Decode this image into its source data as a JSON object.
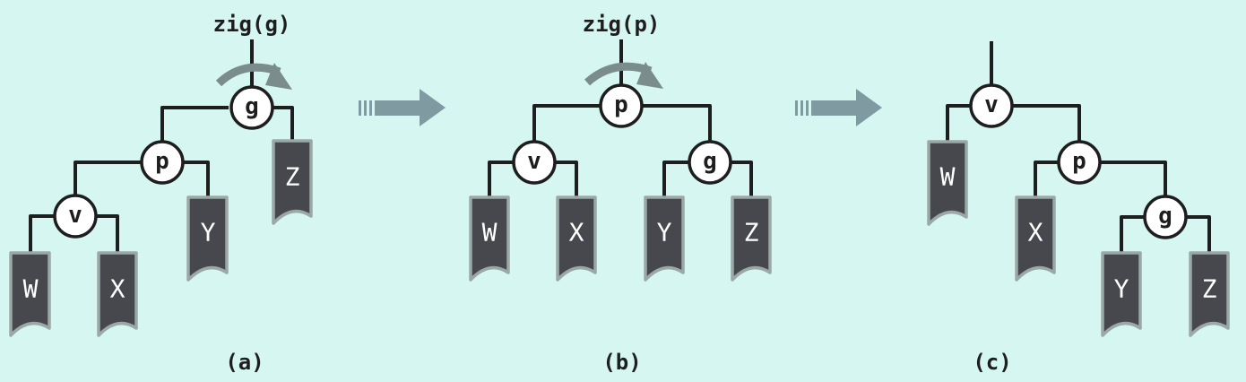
{
  "colors": {
    "background": "#d6f7f1",
    "node_fill": "#ffffff",
    "node_stroke": "#1e1e1e",
    "leaf_fill": "#47484d",
    "leaf_border": "#9aa8a6",
    "rotation_arrow": "#7a8c8c",
    "transition_arrow": "#7f9aa0"
  },
  "panels": [
    {
      "caption": "(a)",
      "operation": "zig(g)",
      "nodes": [
        "g",
        "p",
        "v"
      ],
      "leaves": [
        "W",
        "X",
        "Y",
        "Z"
      ]
    },
    {
      "caption": "(b)",
      "operation": "zig(p)",
      "nodes": [
        "p",
        "v",
        "g"
      ],
      "leaves": [
        "W",
        "X",
        "Y",
        "Z"
      ]
    },
    {
      "caption": "(c)",
      "operation": "",
      "nodes": [
        "v",
        "p",
        "g"
      ],
      "leaves": [
        "W",
        "X",
        "Y",
        "Z"
      ]
    }
  ],
  "icons": {
    "rotation": "clockwise-rotation-arrow-icon",
    "transition": "right-arrow-icon"
  }
}
